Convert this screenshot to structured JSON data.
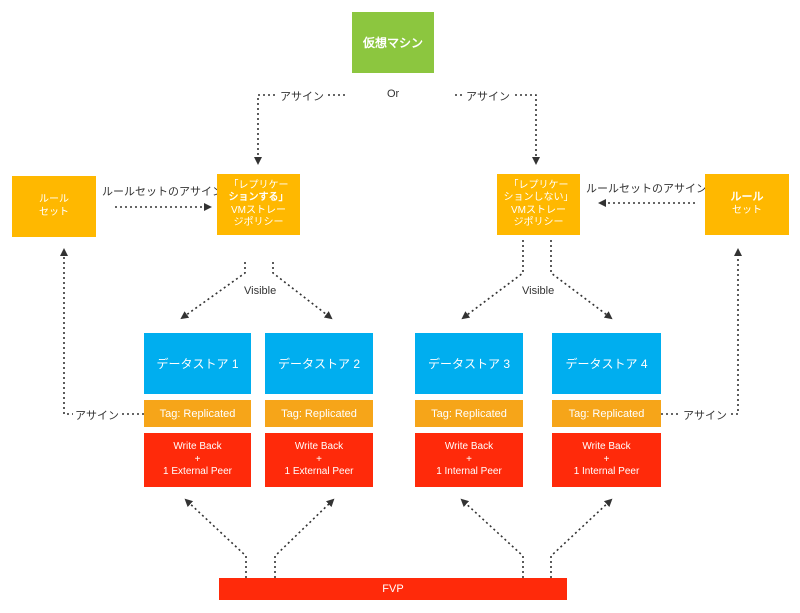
{
  "vm": {
    "label": "仮想マシン"
  },
  "or_label": "Or",
  "assign_label": "アサイン",
  "visible_label": "Visible",
  "ruleset_assign_label": "ルールセットのアサイン",
  "policy_left": {
    "lines": [
      "「レプリケー",
      "ションする」",
      "VMストレー",
      "ジポリシー"
    ]
  },
  "policy_right": {
    "lines": [
      "「レプリケー",
      "ションしない」",
      "VMストレー",
      "ジポリシー"
    ]
  },
  "ruleset_left": {
    "lines": [
      "ルール",
      "セット"
    ]
  },
  "ruleset_right": {
    "lines": [
      "ルール",
      "セット"
    ]
  },
  "datastores": [
    {
      "name": "データストア 1",
      "tag": "Tag: Replicated",
      "mode": [
        "Write Back",
        "+",
        "1 External Peer"
      ]
    },
    {
      "name": "データストア 2",
      "tag": "Tag: Replicated",
      "mode": [
        "Write Back",
        "+",
        "1 External Peer"
      ]
    },
    {
      "name": "データストア 3",
      "tag": "Tag: Replicated",
      "mode": [
        "Write Back",
        "+",
        "1 Internal Peer"
      ]
    },
    {
      "name": "データストア 4",
      "tag": "Tag: Replicated",
      "mode": [
        "Write Back",
        "+",
        "1 Internal Peer"
      ]
    }
  ],
  "fvp": {
    "label": "FVP"
  },
  "colors": {
    "vm": "#8cc63f",
    "policy": "#ffb800",
    "ruleset": "#ffb800",
    "datastore": "#00aeef",
    "tag": "#f6a519",
    "mode": "#ff2a0a",
    "fvp": "#ff2a0a"
  }
}
